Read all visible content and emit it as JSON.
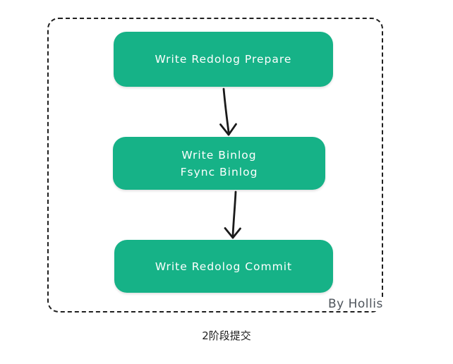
{
  "diagram": {
    "type": "flowchart",
    "nodes": [
      {
        "id": "node-1",
        "line1": "Write Redolog Prepare"
      },
      {
        "id": "node-2",
        "line1": "Write Binlog",
        "line2": "Fsync Binlog"
      },
      {
        "id": "node-3",
        "line1": "Write Redolog Commit"
      }
    ],
    "edges": [
      {
        "from": "node-1",
        "to": "node-2"
      },
      {
        "from": "node-2",
        "to": "node-3"
      }
    ],
    "attribution": "By Hollis",
    "caption": "2阶段提交",
    "colors": {
      "node_fill": "#16b287",
      "node_text": "#ffffff",
      "arrow_stroke": "#1a1a1a",
      "frame_border": "#1f1f1f",
      "attribution_text": "#4f555c",
      "caption_text": "#1e1e1e",
      "background": "#ffffff"
    }
  }
}
